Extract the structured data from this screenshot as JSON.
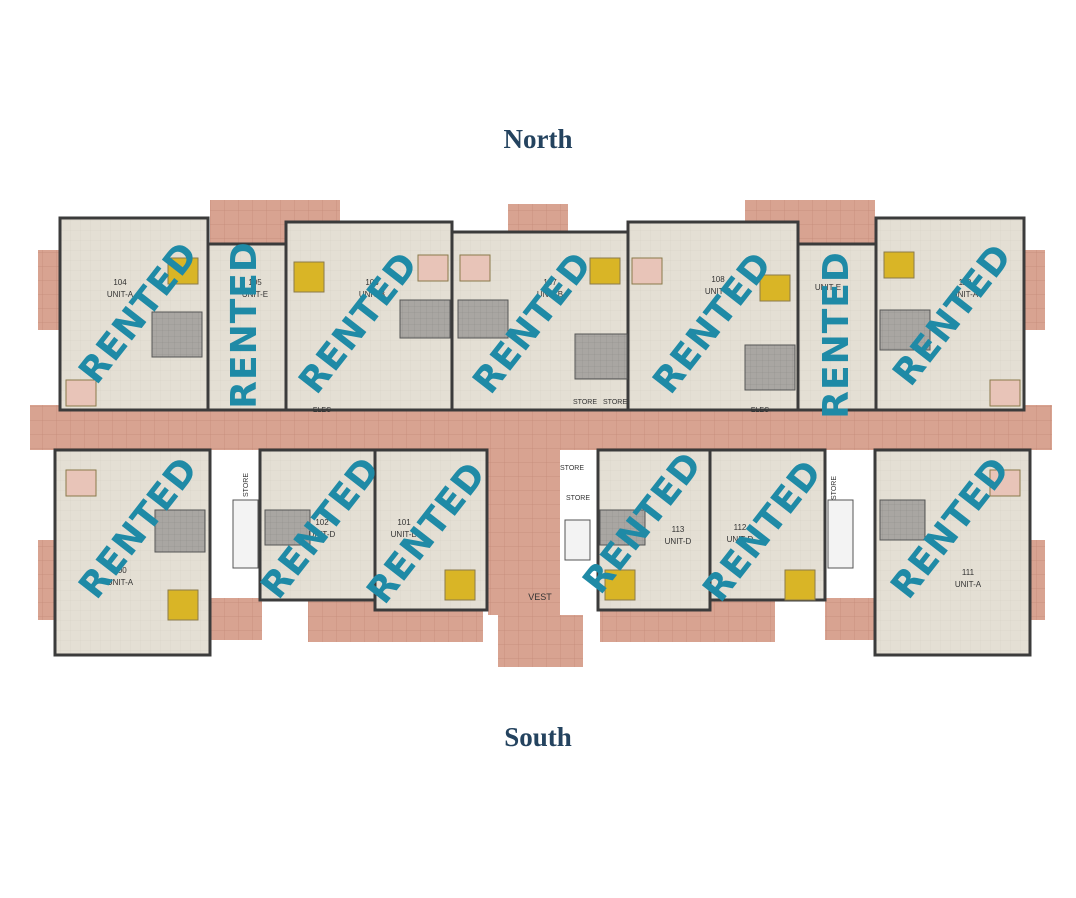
{
  "compass": {
    "north": "North",
    "south": "South"
  },
  "units": [
    {
      "number": "104",
      "type": "UNIT-A"
    },
    {
      "number": "105",
      "type": "UNIT-E"
    },
    {
      "number": "106",
      "type": "UNIT-B"
    },
    {
      "number": "107",
      "type": "UNIT-B"
    },
    {
      "number": "108",
      "type": "UNIT-B"
    },
    {
      "number": "109",
      "type": "UNIT-E"
    },
    {
      "number": "110",
      "type": "UNIT-A"
    },
    {
      "number": "100",
      "type": "UNIT-A"
    },
    {
      "number": "102",
      "type": "UNIT-D"
    },
    {
      "number": "101",
      "type": "UNIT-D"
    },
    {
      "number": "113",
      "type": "UNIT-D"
    },
    {
      "number": "112",
      "type": "UNIT-D"
    },
    {
      "number": "111",
      "type": "UNIT-A"
    }
  ],
  "room_labels": {
    "elec": "ELEC",
    "store": "STORE",
    "vest": "VEST"
  },
  "status_label": "RENTED",
  "colors": {
    "compass_text": "#24435f",
    "rented_text": "#1f8aa6",
    "corridor": "#d7a394",
    "patio": "#d59c87",
    "floor": "#e3ded3",
    "bedroom_floor": "#c8b9a8",
    "bath_floor": "#b7b3ad",
    "wall": "#3b3b3b",
    "bed_yellow": "#d9b526",
    "bed_pink": "#e8c4b8"
  }
}
